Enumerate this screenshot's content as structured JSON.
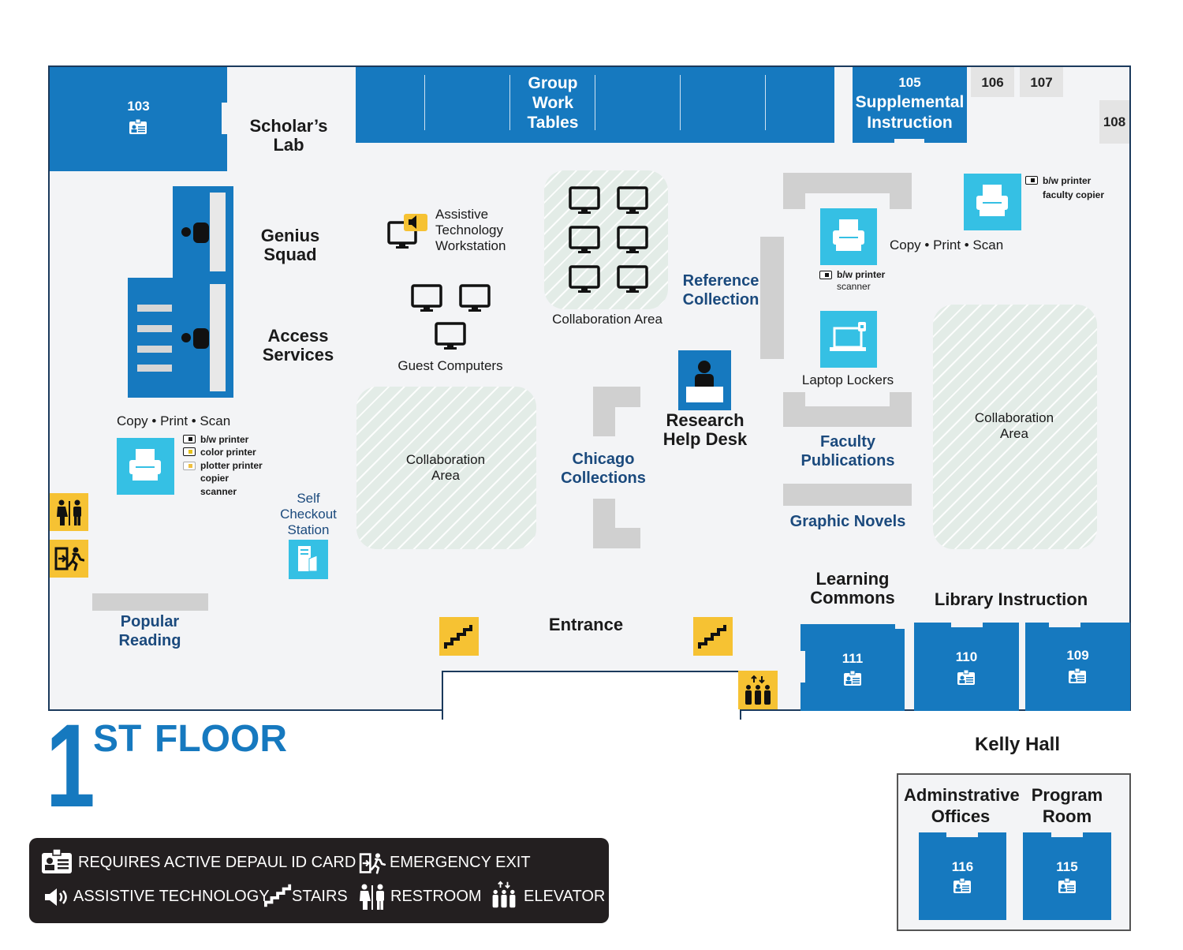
{
  "floor": {
    "number": "1",
    "suffix": "ST",
    "word": "FLOOR"
  },
  "rooms": {
    "r103": "103",
    "r105": "105",
    "r105_name": "Supplemental Instruction",
    "r106": "106",
    "r107": "107",
    "r108": "108",
    "r109": "109",
    "r110": "110",
    "r111": "111",
    "r115": "115",
    "r116": "116"
  },
  "labels": {
    "scholars_lab": "Scholar’s Lab",
    "group_work_tables": "Group Work Tables",
    "genius_squad": "Genius Squad",
    "access_services": "Access Services",
    "assistive_tech": "Assistive Technology Workstation",
    "guest_computers": "Guest Computers",
    "collab_top": "Collaboration Area",
    "collab_left": "Collaboration Area",
    "collab_right": "Collaboration Area",
    "reference_collection": "Reference Collection",
    "research_help_desk": "Research Help Desk",
    "chicago_collections": "Chicago Collections",
    "copy_print_scan_left": "Copy • Print • Scan",
    "copy_print_scan_right": "Copy • Print • Scan",
    "laptop_lockers": "Laptop Lockers",
    "faculty_publications": "Faculty Publications",
    "graphic_novels": "Graphic Novels",
    "self_checkout": "Self Checkout Station",
    "popular_reading": "Popular Reading",
    "entrance": "Entrance",
    "learning_commons": "Learning Commons",
    "library_instruction": "Library Instruction",
    "kelly_hall": "Kelly Hall",
    "admin_offices": "Adminstrative Offices",
    "program_room": "Program Room"
  },
  "devices": {
    "left": [
      "b/w printer",
      "color printer",
      "plotter printer",
      "copier",
      "scanner"
    ],
    "center": [
      "b/w printer",
      "scanner"
    ],
    "right": [
      "b/w printer",
      "faculty copier"
    ]
  },
  "legend": {
    "id_card": "REQUIRES ACTIVE DEPAUL ID CARD",
    "emergency_exit": "EMERGENCY EXIT",
    "assistive": "ASSISTIVE TECHNOLOGY",
    "stairs": "STAIRS",
    "restroom": "RESTROOM",
    "elevator": "ELEVATOR"
  },
  "colors": {
    "room_blue": "#1679bf",
    "service_cyan": "#35c0e4",
    "amenity_yellow": "#f6c233",
    "label_navy": "#1b4a7d",
    "legend_bg": "#231f20"
  }
}
